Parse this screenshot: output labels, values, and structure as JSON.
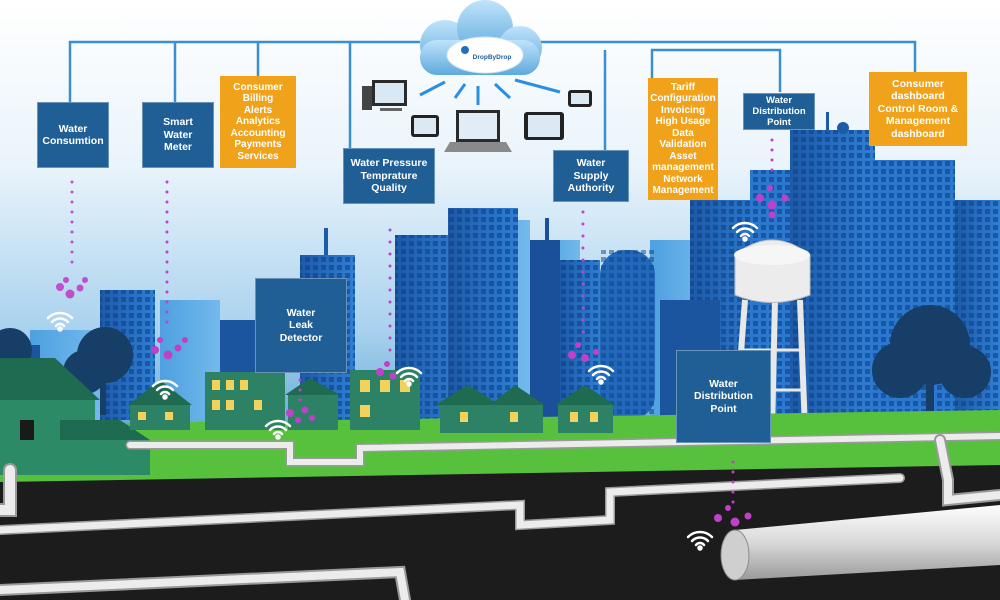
{
  "brand": {
    "logo_text": "DropByDrop"
  },
  "colors": {
    "label_blue": "#1f5f96",
    "label_orange": "#f0a21a",
    "connector": "#3b8fd1",
    "signal_dot": "#c040c8",
    "sky_top": "#ffffff",
    "sky_bottom": "#3b8fc8",
    "ground": "#56c23c",
    "soil": "#1b1b1b",
    "pipe": "#e6e6e6"
  },
  "labels": {
    "water_consumption": [
      "Water",
      "Consumtion"
    ],
    "smart_water_meter": [
      "Smart",
      "Water",
      "Meter"
    ],
    "consumer_billing": [
      "Consumer",
      "Billing",
      "Alerts",
      "Analytics",
      "Accounting",
      "Payments",
      "Services"
    ],
    "water_pressure": [
      "Water Pressure",
      "Temprature",
      "Quality"
    ],
    "water_supply_authority": [
      "Water",
      "Supply",
      "Authority"
    ],
    "tariff_config": [
      "Tariff",
      "Configuration",
      "Invoicing",
      "High Usage",
      "Data",
      "Validation",
      "Asset",
      "management",
      "Network",
      "Management"
    ],
    "water_distribution_point_top": [
      "Water",
      "Distribution",
      "Point"
    ],
    "consumer_dashboard": [
      "Consumer",
      "dashboard",
      "Control Room &",
      "Management",
      "dashboard"
    ],
    "water_leak_detector": [
      "Water",
      "Leak",
      "Detector"
    ],
    "water_distribution_point_bottom": [
      "Water",
      "Distribution",
      "Point"
    ]
  },
  "icons": [
    "cloud-icon",
    "desktop-computer-icon",
    "laptop-icon",
    "tablet-icon",
    "smartphone-icon",
    "wifi-icon",
    "water-tower-icon",
    "house-icon",
    "tree-icon",
    "pipe-icon",
    "building-icon"
  ]
}
